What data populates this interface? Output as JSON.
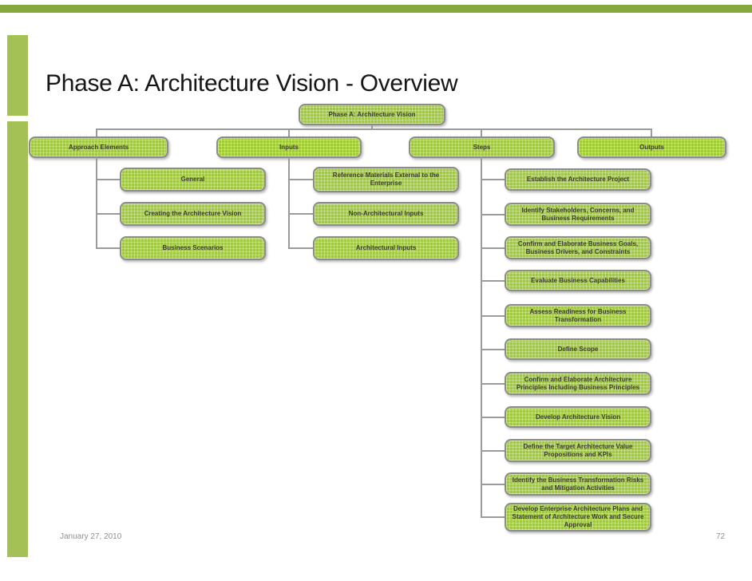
{
  "slide_title": "Phase A: Architecture Vision - Overview",
  "footer": {
    "date": "January 27, 2010",
    "page_number": "72"
  },
  "diagram": {
    "root": "Phase A: Architecture Vision",
    "branches": [
      {
        "label": "Approach Elements",
        "children": [
          "General",
          "Creating the Architecture Vision",
          "Business Scenarios"
        ]
      },
      {
        "label": "Inputs",
        "children": [
          "Reference Materials External to the Enterprise",
          "Non-Architectural Inputs",
          "Architectural Inputs"
        ]
      },
      {
        "label": "Steps",
        "children": [
          "Establish the Architecture Project",
          "Identify Stakeholders, Concerns, and Business Requirements",
          "Confirm and Elaborate Business Goals, Business Drivers, and Constraints",
          "Evaluate Business Capabilities",
          "Assess Readiness for Business Transformation",
          "Define Scope",
          "Confirm and Elaborate Architecture Principles Including Business Principles",
          "Develop Architecture Vision",
          "Define the Target Architecture Value Propositions and KPIs",
          "Identify the Business Transformation Risks and Mitigation Activities",
          "Develop Enterprise Architecture Plans and Statement of Architecture Work and Secure Approval"
        ]
      },
      {
        "label": "Outputs",
        "children": []
      }
    ]
  },
  "colors": {
    "top_bar": "#86a93c",
    "side_bar": "#a3c155",
    "box_fill": "#a0cb37",
    "box_border": "#8c8c8c",
    "connector": "#9b9b9b",
    "footer_text": "#8f8f8f",
    "title_text": "#161616"
  }
}
